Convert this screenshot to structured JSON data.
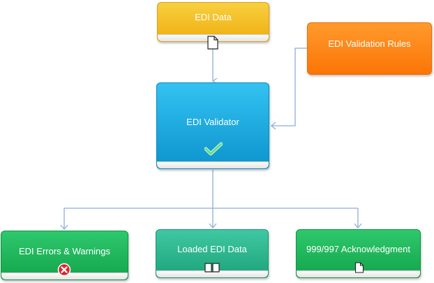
{
  "nodes": {
    "edi_data": {
      "label": "EDI Data",
      "icon": "document-icon",
      "color": "#f2b61c"
    },
    "validation_rules": {
      "label": "EDI Validation Rules",
      "color": "#fd8012"
    },
    "validator": {
      "label": "EDI Validator",
      "icon": "checkmark-icon",
      "color": "#1fa9e0"
    },
    "errors": {
      "label": "EDI Errors & Warnings",
      "icon": "error-icon",
      "color": "#1fb75b"
    },
    "loaded": {
      "label": "Loaded EDI Data",
      "icon": "book-icon",
      "color": "#2db78f"
    },
    "acknowledgment": {
      "label": "999/997 Acknowledgment",
      "icon": "document-icon",
      "color": "#1fb75b"
    }
  },
  "connector_color": "#8eaed6"
}
